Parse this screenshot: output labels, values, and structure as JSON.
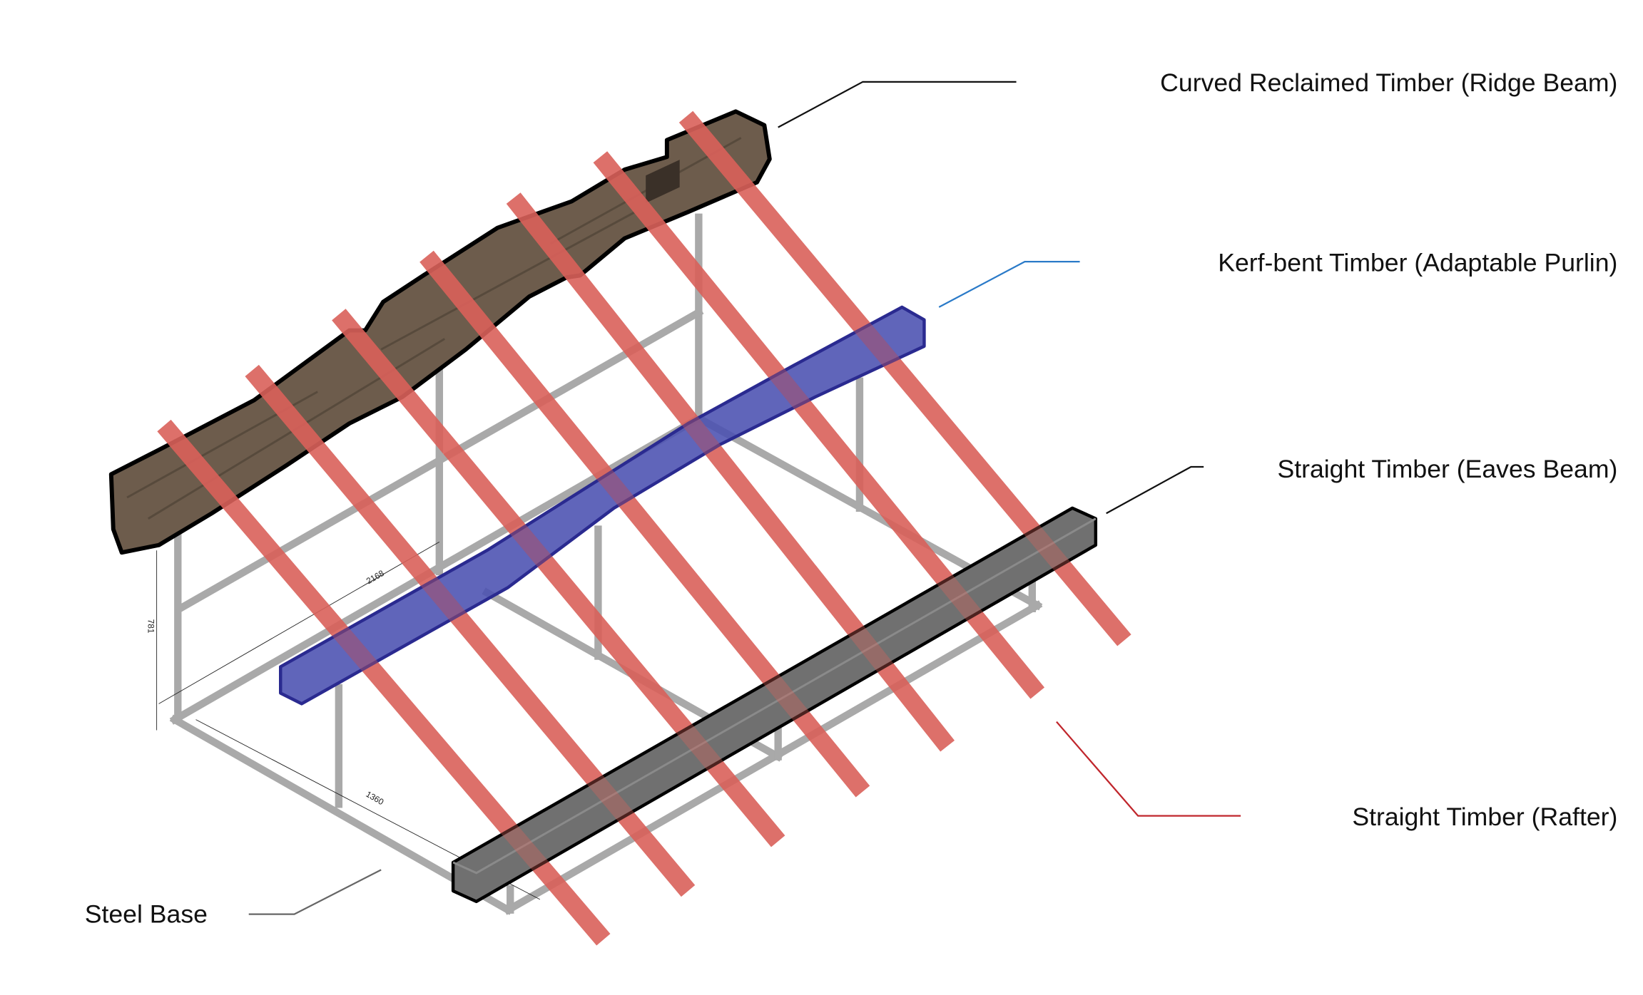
{
  "labels": {
    "ridge": "Curved Reclaimed Timber (Ridge Beam)",
    "purlin": "Kerf-bent Timber (Adaptable Purlin)",
    "eaves": "Straight Timber (Eaves Beam)",
    "rafter": "Straight Timber (Rafter)",
    "base": "Steel Base"
  },
  "dimensions": {
    "length": "2168",
    "height": "781",
    "width": "1360"
  },
  "colors": {
    "rafter": "#d9605a",
    "purlin": "#4a50b0",
    "purlin_outline": "#2a2a90",
    "eaves": "#6e6e6e",
    "ridge": "#6b5a4a",
    "steel": "#b8b8b8",
    "leader_ridge": "#111111",
    "leader_purlin": "#2a7ac8",
    "leader_eaves": "#111111",
    "leader_rafter": "#c0262c",
    "leader_base": "#666666"
  }
}
